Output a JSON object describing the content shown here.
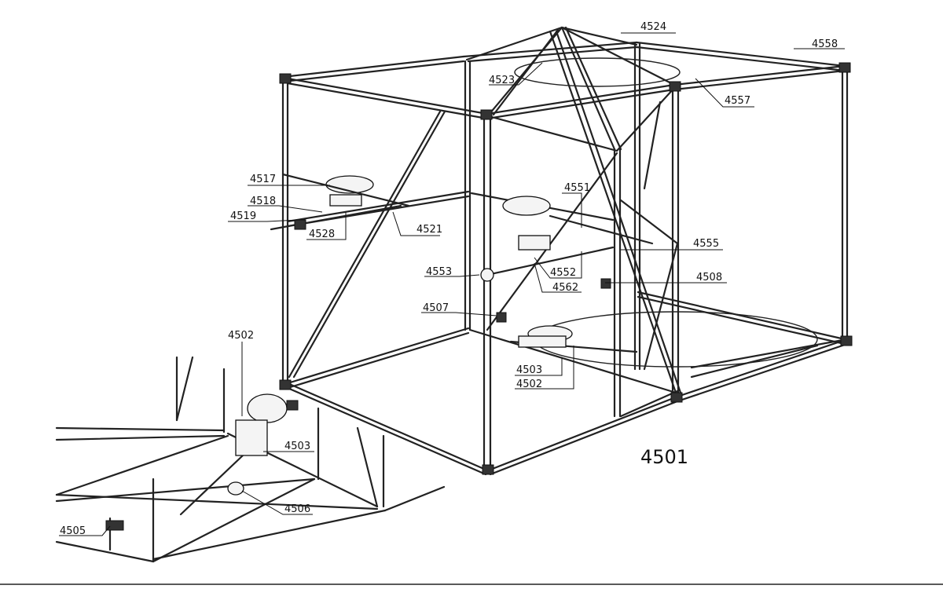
{
  "drawing": {
    "assembly_number": "4501",
    "parts": {
      "p4524": "4524",
      "p4558": "4558",
      "p4523": "4523",
      "p4557": "4557",
      "p4517": "4517",
      "p4518": "4518",
      "p4519": "4519",
      "p4528": "4528",
      "p4521": "4521",
      "p4551": "4551",
      "p4555": "4555",
      "p4553": "4553",
      "p4552": "4552",
      "p4562": "4562",
      "p4508": "4508",
      "p4507": "4507",
      "p4503_main": "4503",
      "p4502_main": "4502",
      "p4502_left": "4502",
      "p4503_left": "4503",
      "p4506": "4506",
      "p4505": "4505"
    }
  }
}
